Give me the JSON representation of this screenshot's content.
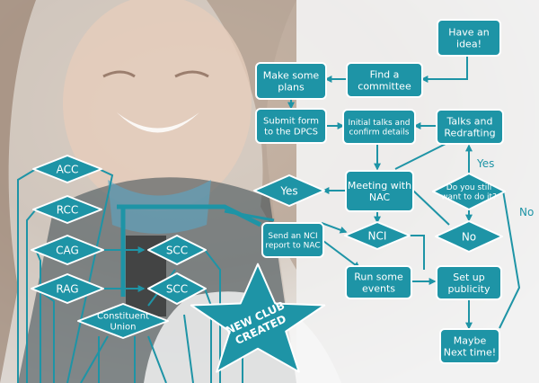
{
  "colors": {
    "accent": "#1e94a6",
    "line": "#1e94a6",
    "border": "#ffffff",
    "text": "#ffffff"
  },
  "nodes": {
    "have_idea": [
      "Have an",
      "idea!"
    ],
    "find_committee": [
      "Find a",
      "committee"
    ],
    "make_plans": [
      "Make some",
      "plans"
    ],
    "submit_form": [
      "Submit form",
      "to the DPCS"
    ],
    "initial_talks": [
      "Initial talks and",
      "confirm details"
    ],
    "talks_redrafting": [
      "Talks and",
      "Redrafting"
    ],
    "still_want": [
      "Do you still",
      "want to do it?"
    ],
    "meeting_nac": [
      "Meeting with",
      "NAC"
    ],
    "yes_shape": [
      "Yes"
    ],
    "no_shape": [
      "No"
    ],
    "acc": [
      "ACC"
    ],
    "rcc": [
      "RCC"
    ],
    "cag": [
      "CAG"
    ],
    "rag": [
      "RAG"
    ],
    "scc_top": [
      "SCC"
    ],
    "scc_bottom": [
      "SCC"
    ],
    "constituent_union": [
      "Constituent",
      "Union"
    ],
    "send_nci": [
      "Send an NCI",
      "report to NAC"
    ],
    "nci": [
      "NCI"
    ],
    "run_events": [
      "Run some",
      "events"
    ],
    "set_up_publicity": [
      "Set up",
      "publicity"
    ],
    "maybe_next_time": [
      "Maybe",
      "Next time!"
    ],
    "new_club": [
      "NEW CLUB",
      "CREATED"
    ]
  },
  "edge_labels": {
    "yes": "Yes",
    "no": "No"
  }
}
